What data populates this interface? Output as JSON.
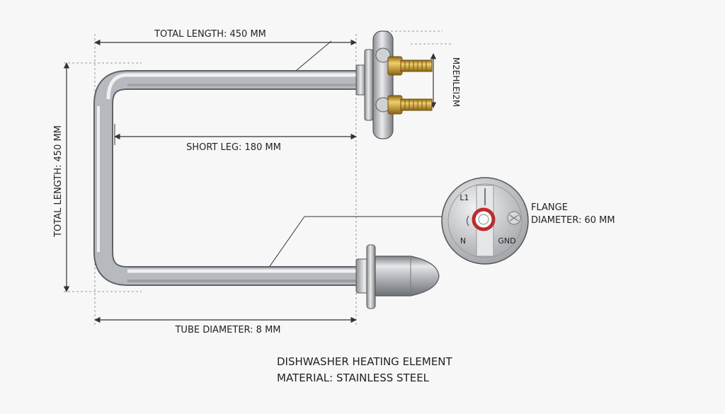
{
  "diagram": {
    "labels": {
      "total_length_top": "TOTAL LENGTH: 450 MM",
      "total_length_side": "TOTAL LENGTH: 450 MM",
      "short_leg": "SHORT LEG: 180 MM",
      "tube_diameter": "TUBE DIAMETER: 8 MM",
      "thread_label": "M2EHLEI2M",
      "flange_line1": "FLANGE",
      "flange_line2": "DIAMETER: 60 MM",
      "terminal_l1": "L1",
      "terminal_n": "N",
      "terminal_gnd": "GND"
    },
    "caption": {
      "title": "DISHWASHER HEATING ELEMENT",
      "material": "MATERIAL: STAINLESS STEEL"
    },
    "colors": {
      "tube": "#a9adb1",
      "brass": "#c99a2e",
      "dimension_line": "#333333",
      "terminal_ring": "#c0282b"
    }
  }
}
